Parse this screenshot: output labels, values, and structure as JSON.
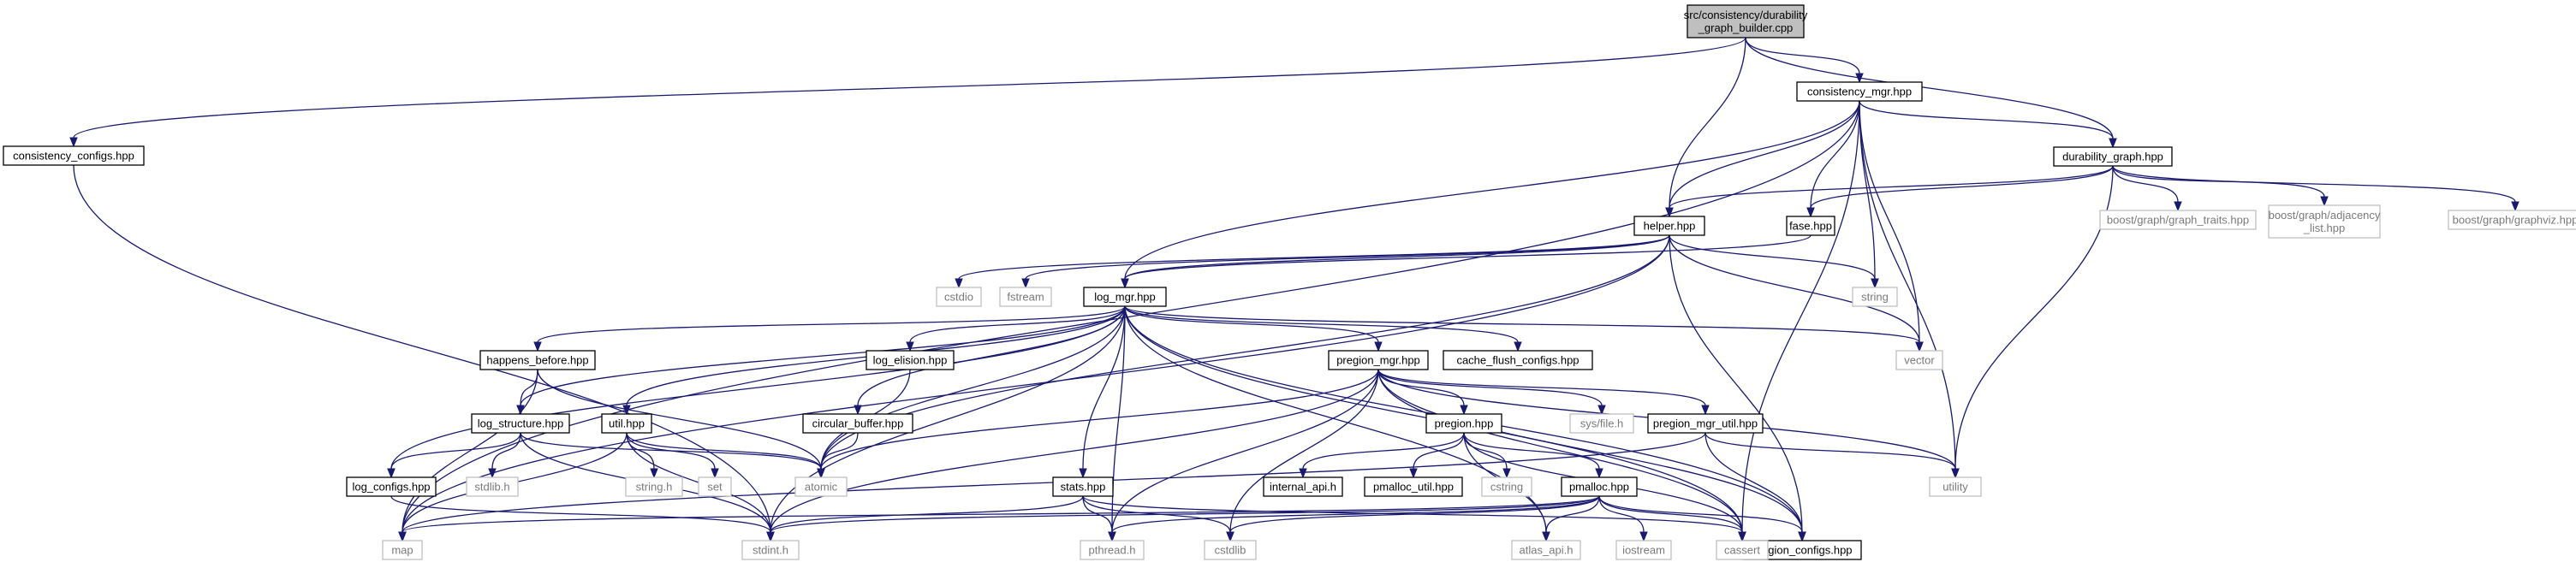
{
  "colors": {
    "edge": "#191970",
    "root_fill": "#bfbfbf",
    "local_border": "#000000",
    "system_border": "#bfbfbf",
    "system_text": "#7a7a7a"
  },
  "nodes": [
    {
      "id": "root",
      "lines": [
        "src/consistency/durability",
        "_graph_builder.cpp"
      ],
      "kind": "root"
    },
    {
      "id": "consistency_configs",
      "lines": [
        "consistency_configs.hpp"
      ],
      "kind": "local"
    },
    {
      "id": "consistency_mgr",
      "lines": [
        "consistency_mgr.hpp"
      ],
      "kind": "local"
    },
    {
      "id": "durability_graph",
      "lines": [
        "durability_graph.hpp"
      ],
      "kind": "local"
    },
    {
      "id": "helper",
      "lines": [
        "helper.hpp"
      ],
      "kind": "local"
    },
    {
      "id": "fase",
      "lines": [
        "fase.hpp"
      ],
      "kind": "local"
    },
    {
      "id": "log_mgr",
      "lines": [
        "log_mgr.hpp"
      ],
      "kind": "local"
    },
    {
      "id": "happens_before",
      "lines": [
        "happens_before.hpp"
      ],
      "kind": "local"
    },
    {
      "id": "log_elision",
      "lines": [
        "log_elision.hpp"
      ],
      "kind": "local"
    },
    {
      "id": "pregion_mgr",
      "lines": [
        "pregion_mgr.hpp"
      ],
      "kind": "local"
    },
    {
      "id": "cache_flush_configs",
      "lines": [
        "cache_flush_configs.hpp"
      ],
      "kind": "local"
    },
    {
      "id": "log_structure",
      "lines": [
        "log_structure.hpp"
      ],
      "kind": "local"
    },
    {
      "id": "util",
      "lines": [
        "util.hpp"
      ],
      "kind": "local"
    },
    {
      "id": "circular_buffer",
      "lines": [
        "circular_buffer.hpp"
      ],
      "kind": "local"
    },
    {
      "id": "pregion",
      "lines": [
        "pregion.hpp"
      ],
      "kind": "local"
    },
    {
      "id": "pregion_mgr_util",
      "lines": [
        "pregion_mgr_util.hpp"
      ],
      "kind": "local"
    },
    {
      "id": "log_configs",
      "lines": [
        "log_configs.hpp"
      ],
      "kind": "local"
    },
    {
      "id": "stats",
      "lines": [
        "stats.hpp"
      ],
      "kind": "local"
    },
    {
      "id": "internal_api",
      "lines": [
        "internal_api.h"
      ],
      "kind": "local"
    },
    {
      "id": "pmalloc_util",
      "lines": [
        "pmalloc_util.hpp"
      ],
      "kind": "local"
    },
    {
      "id": "pmalloc",
      "lines": [
        "pmalloc.hpp"
      ],
      "kind": "local"
    },
    {
      "id": "pregion_configs",
      "lines": [
        "pregion_configs.hpp"
      ],
      "kind": "local"
    },
    {
      "id": "bg_traits",
      "lines": [
        "boost/graph/graph_traits.hpp"
      ],
      "kind": "system"
    },
    {
      "id": "bg_adj",
      "lines": [
        "boost/graph/adjacency",
        "_list.hpp"
      ],
      "kind": "system"
    },
    {
      "id": "bg_viz",
      "lines": [
        "boost/graph/graphviz.hpp"
      ],
      "kind": "system"
    },
    {
      "id": "cstdio",
      "lines": [
        "cstdio"
      ],
      "kind": "system"
    },
    {
      "id": "fstream",
      "lines": [
        "fstream"
      ],
      "kind": "system"
    },
    {
      "id": "string",
      "lines": [
        "string"
      ],
      "kind": "system"
    },
    {
      "id": "vector",
      "lines": [
        "vector"
      ],
      "kind": "system"
    },
    {
      "id": "sys_file",
      "lines": [
        "sys/file.h"
      ],
      "kind": "system"
    },
    {
      "id": "stdlib_h",
      "lines": [
        "stdlib.h"
      ],
      "kind": "system"
    },
    {
      "id": "string_h",
      "lines": [
        "string.h"
      ],
      "kind": "system"
    },
    {
      "id": "set",
      "lines": [
        "set"
      ],
      "kind": "system"
    },
    {
      "id": "atomic",
      "lines": [
        "atomic"
      ],
      "kind": "system"
    },
    {
      "id": "cstring",
      "lines": [
        "cstring"
      ],
      "kind": "system"
    },
    {
      "id": "utility",
      "lines": [
        "utility"
      ],
      "kind": "system"
    },
    {
      "id": "map",
      "lines": [
        "map"
      ],
      "kind": "system"
    },
    {
      "id": "stdint",
      "lines": [
        "stdint.h"
      ],
      "kind": "system"
    },
    {
      "id": "pthread",
      "lines": [
        "pthread.h"
      ],
      "kind": "system"
    },
    {
      "id": "cstdlib",
      "lines": [
        "cstdlib"
      ],
      "kind": "system"
    },
    {
      "id": "atlas_api",
      "lines": [
        "atlas_api.h"
      ],
      "kind": "system"
    },
    {
      "id": "iostream",
      "lines": [
        "iostream"
      ],
      "kind": "system"
    },
    {
      "id": "cassert",
      "lines": [
        "cassert"
      ],
      "kind": "system"
    }
  ],
  "edges": [
    [
      "root",
      "consistency_configs"
    ],
    [
      "root",
      "consistency_mgr"
    ],
    [
      "root",
      "durability_graph"
    ],
    [
      "root",
      "helper"
    ],
    [
      "consistency_configs",
      "stdint"
    ],
    [
      "consistency_mgr",
      "durability_graph"
    ],
    [
      "consistency_mgr",
      "helper"
    ],
    [
      "consistency_mgr",
      "fase"
    ],
    [
      "consistency_mgr",
      "log_mgr"
    ],
    [
      "consistency_mgr",
      "map"
    ],
    [
      "consistency_mgr",
      "string"
    ],
    [
      "consistency_mgr",
      "vector"
    ],
    [
      "consistency_mgr",
      "utility"
    ],
    [
      "consistency_mgr",
      "cassert"
    ],
    [
      "durability_graph",
      "helper"
    ],
    [
      "durability_graph",
      "fase"
    ],
    [
      "durability_graph",
      "bg_traits"
    ],
    [
      "durability_graph",
      "bg_adj"
    ],
    [
      "durability_graph",
      "bg_viz"
    ],
    [
      "durability_graph",
      "utility"
    ],
    [
      "helper",
      "log_mgr"
    ],
    [
      "helper",
      "cstdio"
    ],
    [
      "helper",
      "fstream"
    ],
    [
      "helper",
      "string"
    ],
    [
      "helper",
      "vector"
    ],
    [
      "helper",
      "atomic"
    ],
    [
      "helper",
      "map"
    ],
    [
      "helper",
      "pregion_configs"
    ],
    [
      "fase",
      "log_mgr"
    ],
    [
      "log_mgr",
      "happens_before"
    ],
    [
      "log_mgr",
      "log_elision"
    ],
    [
      "log_mgr",
      "pregion_mgr"
    ],
    [
      "log_mgr",
      "cache_flush_configs"
    ],
    [
      "log_mgr",
      "log_structure"
    ],
    [
      "log_mgr",
      "util"
    ],
    [
      "log_mgr",
      "circular_buffer"
    ],
    [
      "log_mgr",
      "log_configs"
    ],
    [
      "log_mgr",
      "stats"
    ],
    [
      "log_mgr",
      "vector"
    ],
    [
      "log_mgr",
      "atomic"
    ],
    [
      "log_mgr",
      "stdint"
    ],
    [
      "log_mgr",
      "pthread"
    ],
    [
      "log_mgr",
      "atlas_api"
    ],
    [
      "log_mgr",
      "cassert"
    ],
    [
      "log_mgr",
      "pregion_configs"
    ],
    [
      "happens_before",
      "log_structure"
    ],
    [
      "happens_before",
      "atomic"
    ],
    [
      "happens_before",
      "map"
    ],
    [
      "log_elision",
      "atomic"
    ],
    [
      "pregion_mgr",
      "pregion"
    ],
    [
      "pregion_mgr",
      "pregion_mgr_util"
    ],
    [
      "pregion_mgr",
      "sys_file"
    ],
    [
      "pregion_mgr",
      "utility"
    ],
    [
      "pregion_mgr",
      "atomic"
    ],
    [
      "pregion_mgr",
      "stdint"
    ],
    [
      "pregion_mgr",
      "pthread"
    ],
    [
      "pregion_mgr",
      "cstdlib"
    ],
    [
      "pregion_mgr",
      "cassert"
    ],
    [
      "pregion_mgr",
      "pregion_configs"
    ],
    [
      "log_structure",
      "log_configs"
    ],
    [
      "log_structure",
      "stdlib_h"
    ],
    [
      "log_structure",
      "atomic"
    ],
    [
      "log_structure",
      "stdint"
    ],
    [
      "util",
      "string_h"
    ],
    [
      "util",
      "set"
    ],
    [
      "util",
      "atomic"
    ],
    [
      "util",
      "map"
    ],
    [
      "util",
      "stdint"
    ],
    [
      "circular_buffer",
      "atomic"
    ],
    [
      "pregion",
      "internal_api"
    ],
    [
      "pregion",
      "pmalloc_util"
    ],
    [
      "pregion",
      "cstring"
    ],
    [
      "pregion",
      "pmalloc"
    ],
    [
      "pregion",
      "cassert"
    ],
    [
      "pregion",
      "atlas_api"
    ],
    [
      "pregion_mgr_util",
      "map"
    ],
    [
      "pregion_mgr_util",
      "utility"
    ],
    [
      "pregion_mgr_util",
      "pregion_configs"
    ],
    [
      "log_configs",
      "stdint"
    ],
    [
      "stats",
      "stdint"
    ],
    [
      "stats",
      "pthread"
    ],
    [
      "stats",
      "cstdlib"
    ],
    [
      "stats",
      "cassert"
    ],
    [
      "pmalloc",
      "map"
    ],
    [
      "pmalloc",
      "stdint"
    ],
    [
      "pmalloc",
      "pthread"
    ],
    [
      "pmalloc",
      "cstdlib"
    ],
    [
      "pmalloc",
      "atlas_api"
    ],
    [
      "pmalloc",
      "iostream"
    ],
    [
      "pmalloc",
      "cassert"
    ],
    [
      "pmalloc",
      "pregion_configs"
    ]
  ]
}
